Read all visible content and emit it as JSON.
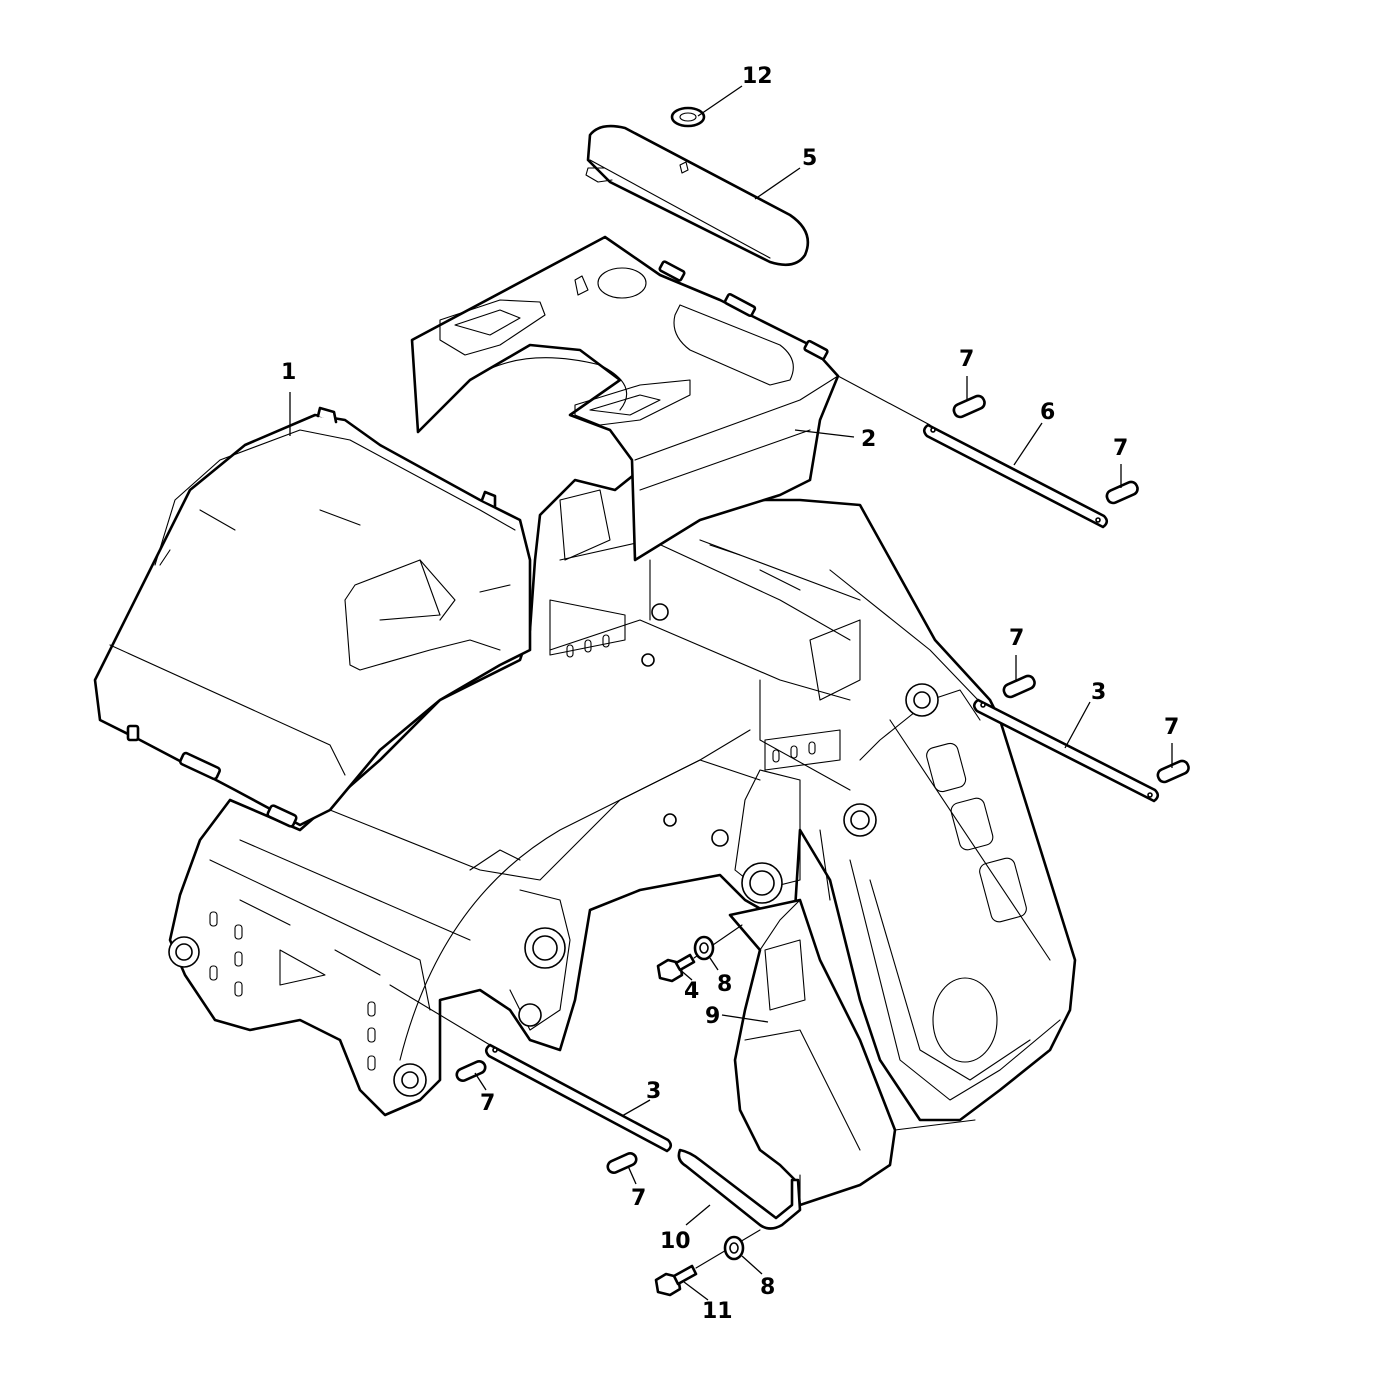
{
  "callouts": [
    {
      "id": "c1",
      "label": "1",
      "part": "rear-cover"
    },
    {
      "id": "c2",
      "label": "2",
      "part": "upper-cover"
    },
    {
      "id": "c3a",
      "label": "3",
      "part": "pin-right"
    },
    {
      "id": "c3b",
      "label": "3",
      "part": "pin-lower"
    },
    {
      "id": "c4",
      "label": "4",
      "part": "bolt"
    },
    {
      "id": "c5",
      "label": "5",
      "part": "top-plate"
    },
    {
      "id": "c6",
      "label": "6",
      "part": "pin-upper"
    },
    {
      "id": "c7a",
      "label": "7",
      "part": "roll-pin"
    },
    {
      "id": "c7b",
      "label": "7",
      "part": "roll-pin"
    },
    {
      "id": "c7c",
      "label": "7",
      "part": "roll-pin"
    },
    {
      "id": "c7d",
      "label": "7",
      "part": "roll-pin"
    },
    {
      "id": "c7e",
      "label": "7",
      "part": "roll-pin"
    },
    {
      "id": "c7f",
      "label": "7",
      "part": "roll-pin"
    },
    {
      "id": "c8a",
      "label": "8",
      "part": "washer"
    },
    {
      "id": "c8b",
      "label": "8",
      "part": "washer"
    },
    {
      "id": "c9",
      "label": "9",
      "part": "side-cover"
    },
    {
      "id": "c10",
      "label": "10",
      "part": "bracket"
    },
    {
      "id": "c11",
      "label": "11",
      "part": "bolt"
    },
    {
      "id": "c12",
      "label": "12",
      "part": "clip"
    }
  ]
}
